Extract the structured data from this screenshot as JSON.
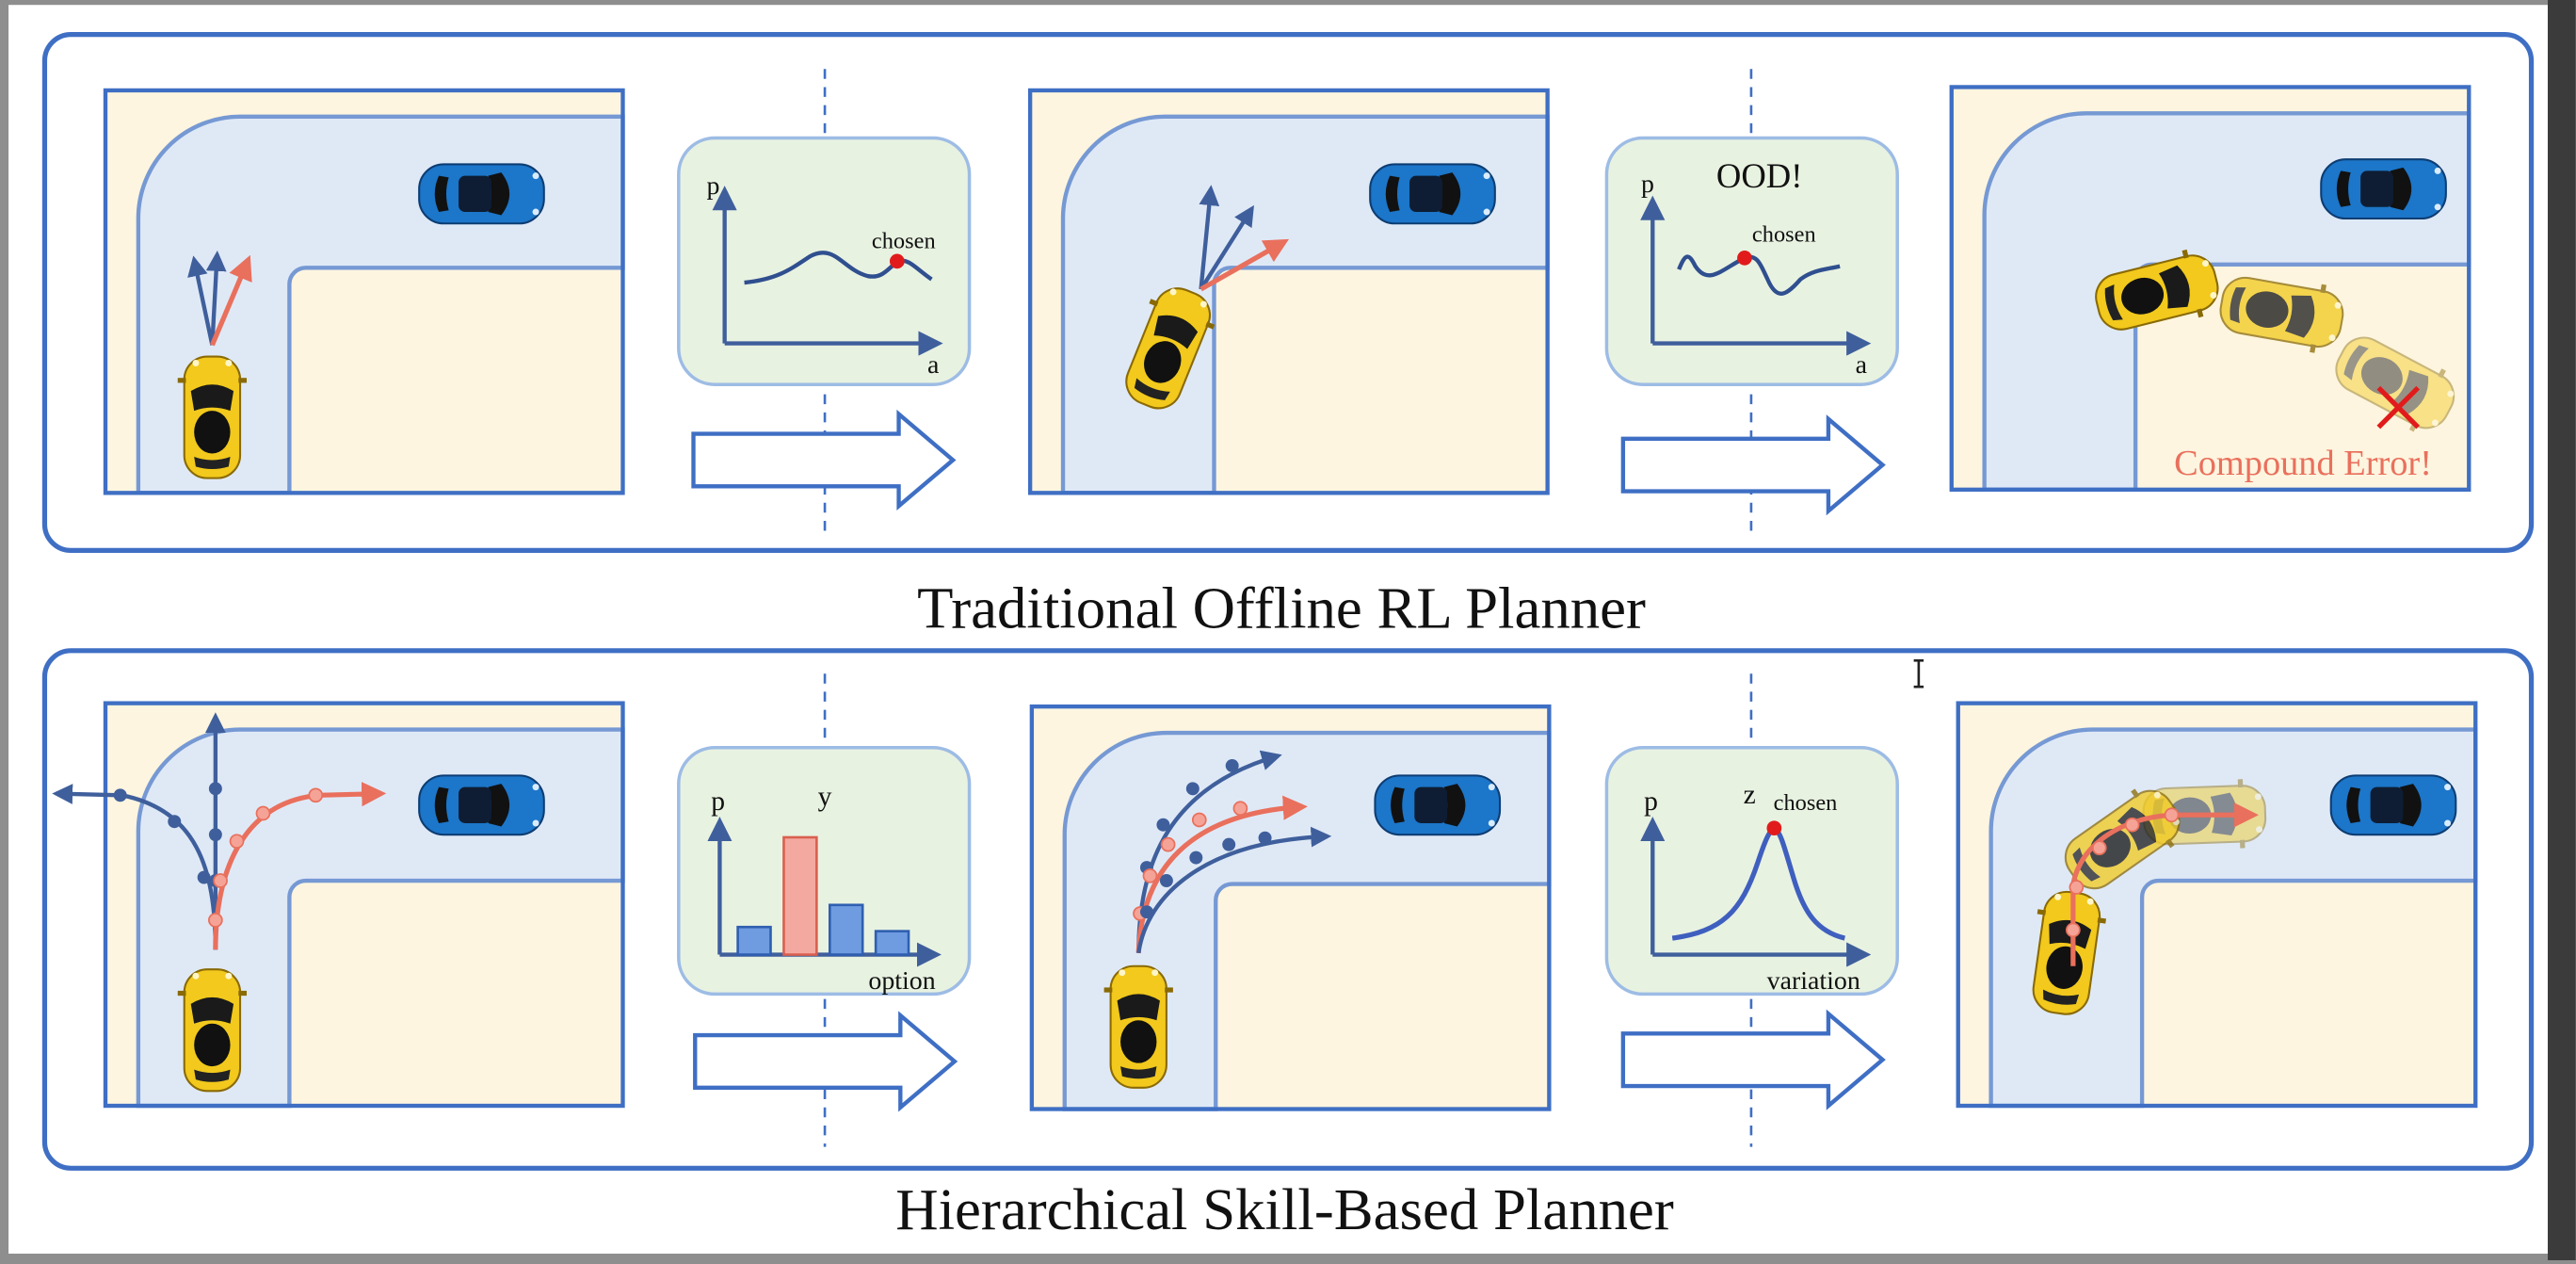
{
  "colors": {
    "panel_border": "#3f6fc4",
    "road": "#dfe9f6",
    "ground": "#fdf5df",
    "plot_bg": "#e8f2e1",
    "plot_border": "#9dbce5",
    "axis": "#3f5f9c",
    "highlight": "#e9705d",
    "chosen_dot": "#e11b1b",
    "ego_car": "#f2c91c",
    "other_car": "#1c76c9",
    "error_text": "#e9705d"
  },
  "top_row": {
    "title": "Traditional Offline RL Planner",
    "plot1": {
      "ylabel": "p",
      "xlabel": "a",
      "annotation": "chosen"
    },
    "plot2": {
      "ylabel": "p",
      "xlabel": "a",
      "annotation": "chosen",
      "warning": "OOD!"
    },
    "error_label": "Compound Error!"
  },
  "bottom_row": {
    "title": "Hierarchical Skill-Based Planner",
    "plot1": {
      "ylabel": "p",
      "xlabel": "option",
      "symbol": "y",
      "bar_values": [
        0.2,
        0.85,
        0.36,
        0.17
      ],
      "highlighted_bar": 1
    },
    "plot2": {
      "ylabel": "p",
      "xlabel": "variation",
      "symbol": "z",
      "annotation": "chosen"
    }
  },
  "icons": [
    "ego-car-icon",
    "other-car-icon",
    "right-arrow-icon",
    "cross-icon",
    "text-cursor-icon"
  ]
}
